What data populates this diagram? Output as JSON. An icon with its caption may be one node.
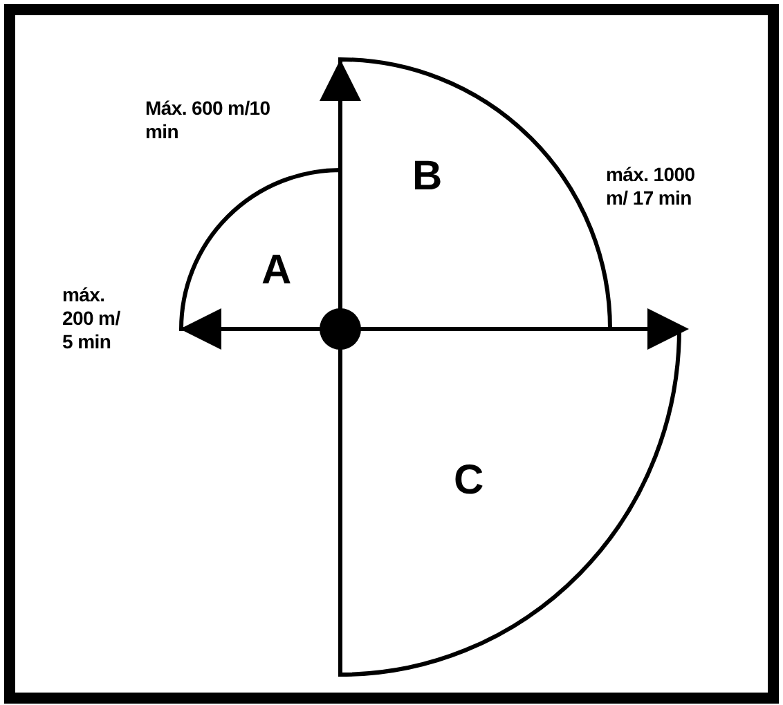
{
  "diagram": {
    "nodes": [
      {
        "text": [
          "A"
        ]
      },
      {
        "text": [
          "B"
        ]
      },
      {
        "text": [
          "C"
        ]
      },
      {
        "text": [],
        "shape": "circle"
      }
    ],
    "edges": [
      {
        "from": 3,
        "to": 1,
        "arrow": "to"
      },
      {
        "from": 3,
        "to": 0,
        "arrow": "to"
      },
      {
        "from": 3,
        "to": 2,
        "arrow": "to"
      }
    ],
    "labels": [
      "Máx. 600 m/10 min",
      "máx. 1000 m/ 17 min",
      "máx. 200 m/ 5 min"
    ]
  }
}
